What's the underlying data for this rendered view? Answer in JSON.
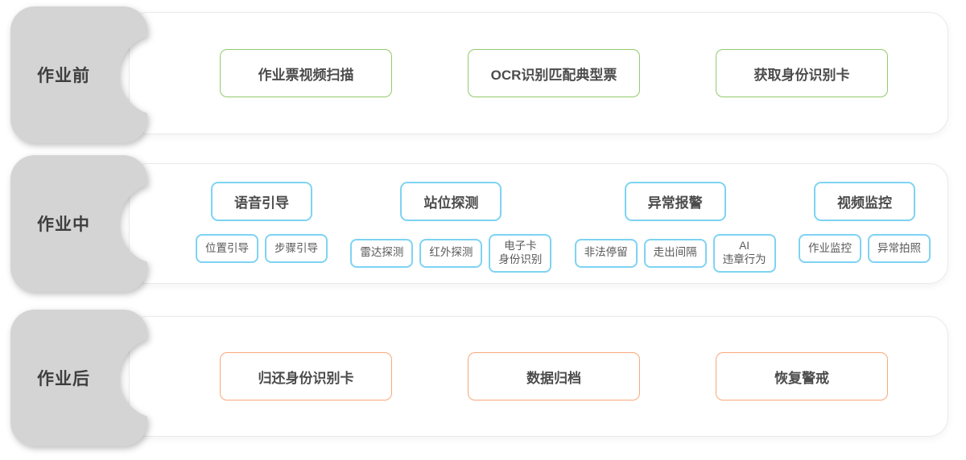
{
  "palette": {
    "green": "#92cb6a",
    "blue": "#7ed3f3",
    "orange": "#f8a979",
    "tab_bg": "#d4d4d4",
    "tab_text": "#3e3e3e",
    "box_text": "#4c4c4c",
    "sub_text": "#595959",
    "panel_border": "#eaeaea"
  },
  "rows": [
    {
      "label": "作业前",
      "stage_color": "green",
      "boxes": [
        "作业票视频扫描",
        "OCR识别匹配典型票",
        "获取身份识别卡"
      ]
    },
    {
      "label": "作业中",
      "stage_color": "blue",
      "groups": [
        {
          "title": "语音引导",
          "subs": [
            "位置引导",
            "步骤引导"
          ]
        },
        {
          "title": "站位探测",
          "subs": [
            "雷达探测",
            "红外探测",
            "电子卡\n身份识别"
          ]
        },
        {
          "title": "异常报警",
          "subs": [
            "非法停留",
            "走出间隔",
            "AI\n违章行为"
          ]
        },
        {
          "title": "视频监控",
          "subs": [
            "作业监控",
            "异常拍照"
          ]
        }
      ]
    },
    {
      "label": "作业后",
      "stage_color": "orange",
      "boxes": [
        "归还身份识别卡",
        "数据归档",
        "恢复警戒"
      ]
    }
  ]
}
